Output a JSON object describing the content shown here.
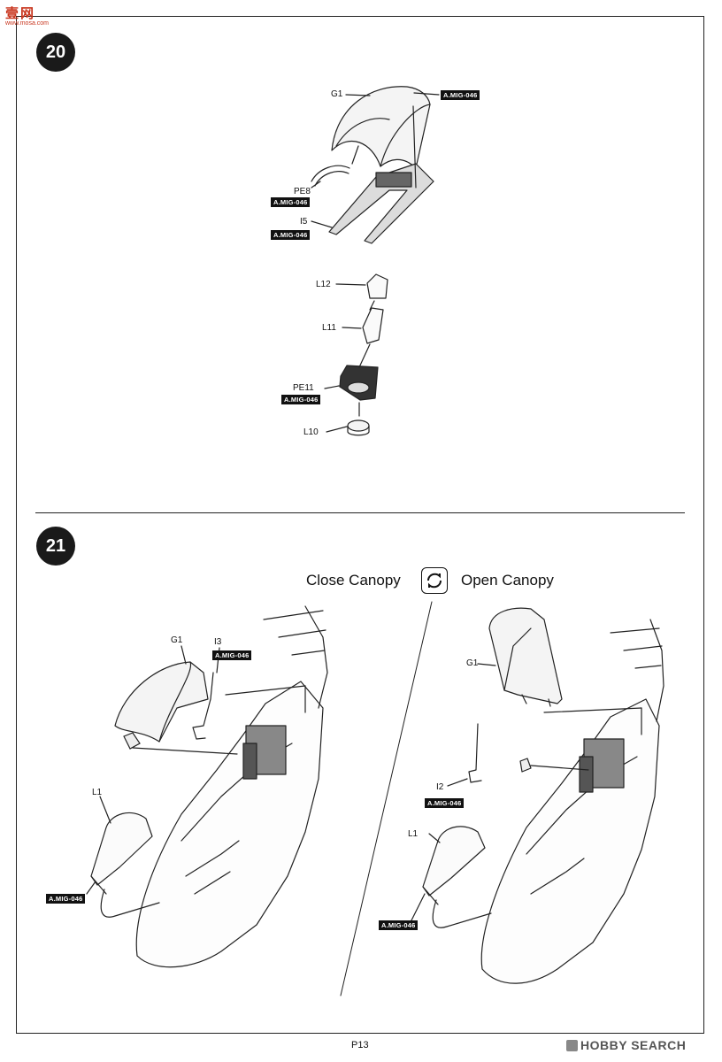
{
  "watermarks": {
    "site_cn": "壹网",
    "site_url": "www.mosa.com",
    "hobby": "HOBBY SEARCH"
  },
  "step20": {
    "number": "20",
    "labels": {
      "g1": "G1",
      "pe8": "PE8",
      "i5": "I5",
      "l12": "L12",
      "l11": "L11",
      "pe11": "PE11",
      "l10": "L10"
    },
    "paint_code": "A.MIG-046"
  },
  "step21": {
    "number": "21",
    "close_canopy": "Close Canopy",
    "open_canopy": "Open Canopy",
    "labels": {
      "g1_left": "G1",
      "i3": "I3",
      "l1_left": "L1",
      "g1_right": "G1",
      "i2": "I2",
      "l1_right": "L1"
    },
    "paint_code": "A.MIG-046"
  },
  "footer": {
    "page": "P13"
  }
}
